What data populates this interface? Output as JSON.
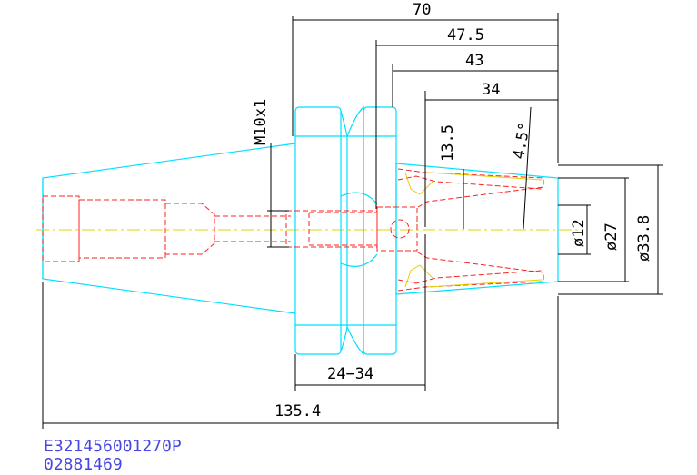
{
  "dimensions": {
    "overall_length": "135.4",
    "flange_length": "70",
    "d47_5": "47.5",
    "d43": "43",
    "d34": "34",
    "d13_5": "13.5",
    "angle": "4.5°",
    "thread": "M10x1",
    "range": "24−34",
    "dia_12": "ø12",
    "dia_27": "ø27",
    "dia_33_8": "ø33.8"
  },
  "part_code": "E321456001270P",
  "part_serial": "02881469",
  "colors": {
    "outline": "#00e0ff",
    "hidden": "#ff2020",
    "centerline": "#e8d000",
    "dimension": "#000000",
    "text": "#4646e0"
  }
}
